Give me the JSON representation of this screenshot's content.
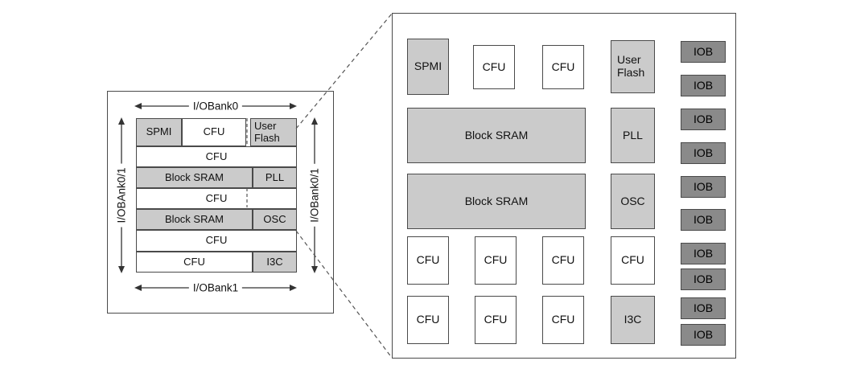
{
  "colors": {
    "block_light_gray": "#cbcbcb",
    "block_white": "#ffffff",
    "iob_gray": "#8a8a8a",
    "border_dark": "#4a4a4a",
    "line_dark": "#333333"
  },
  "small_diagram": {
    "top_label": "I/OBank0",
    "bottom_label": "I/OBank1",
    "left_label": "I/OBAnk0/1",
    "right_label": "I/OBank0/1",
    "blocks": {
      "spmi": "SPMI",
      "cfu_row1": "CFU",
      "user_flash": "User Flash",
      "cfu_row2": "CFU",
      "block_sram_1": "Block SRAM",
      "pll": "PLL",
      "cfu_row4": "CFU",
      "block_sram_2": "Block SRAM",
      "osc": "OSC",
      "cfu_row6": "CFU",
      "cfu_row7": "CFU",
      "i3c": "I3C"
    }
  },
  "large_diagram": {
    "spmi": "SPMI",
    "cfu": "CFU",
    "user_flash": "User Flash",
    "block_sram": "Block SRAM",
    "pll": "PLL",
    "osc": "OSC",
    "i3c": "I3C",
    "iob": "IOB"
  }
}
